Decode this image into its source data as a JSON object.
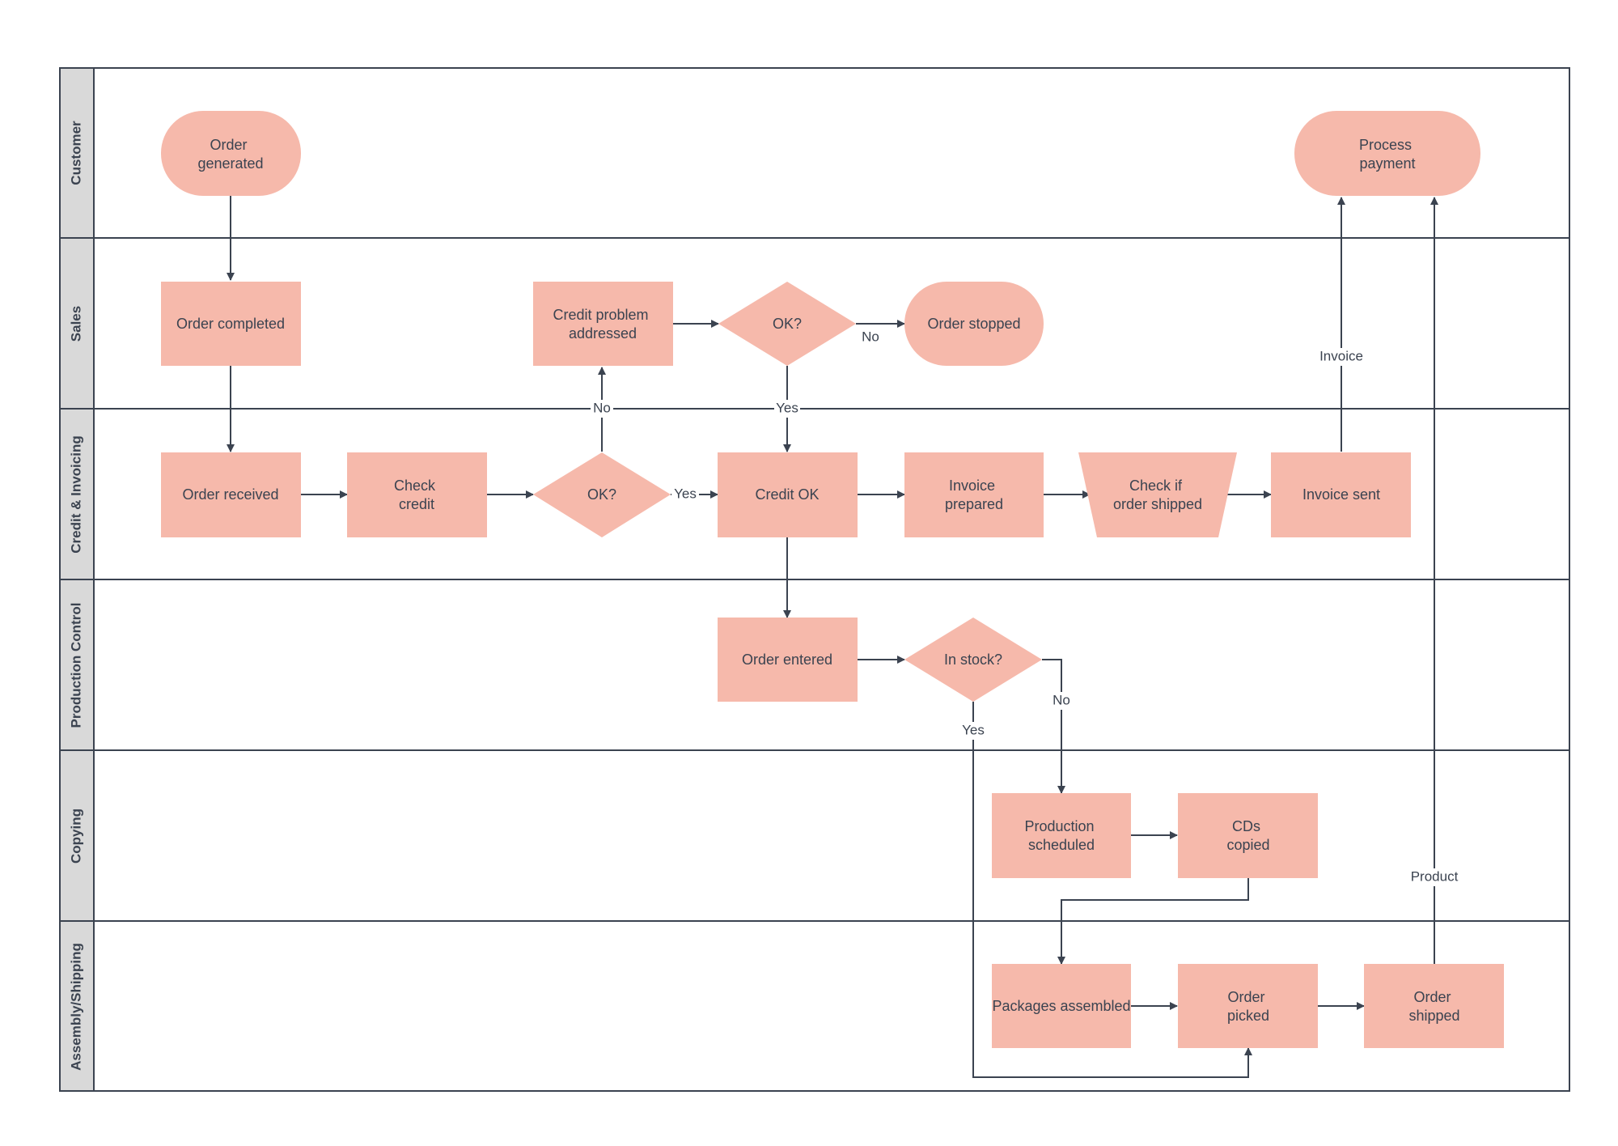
{
  "lanes": [
    "Customer",
    "Sales",
    "Credit & Invoicing",
    "Production Control",
    "Copying",
    "Assembly/Shipping"
  ],
  "nodes": {
    "order_generated": [
      "Order",
      "generated"
    ],
    "process_payment": [
      "Process",
      "payment"
    ],
    "order_completed": [
      "Order completed"
    ],
    "credit_problem_addressed": [
      "Credit problem",
      "addressed"
    ],
    "ok_sales": [
      "OK?"
    ],
    "order_stopped": [
      "Order stopped"
    ],
    "order_received": [
      "Order received"
    ],
    "check_credit": [
      "Check",
      "credit"
    ],
    "ok_credit": [
      "OK?"
    ],
    "credit_ok": [
      "Credit OK"
    ],
    "invoice_prepared": [
      "Invoice",
      "prepared"
    ],
    "check_if_shipped": [
      "Check if",
      "order shipped"
    ],
    "invoice_sent": [
      "Invoice sent"
    ],
    "order_entered": [
      "Order entered"
    ],
    "in_stock": [
      "In stock?"
    ],
    "production_scheduled": [
      "Production",
      "scheduled"
    ],
    "cds_copied": [
      "CDs",
      "copied"
    ],
    "packages_assembled": [
      "Packages assembled"
    ],
    "order_picked": [
      "Order",
      "picked"
    ],
    "order_shipped": [
      "Order",
      "shipped"
    ]
  },
  "edge_labels": {
    "ok_sales_no": "No",
    "ok_sales_yes": "Yes",
    "ok_credit_no": "No",
    "ok_credit_yes": "Yes",
    "invoice": "Invoice",
    "in_stock_no": "No",
    "in_stock_yes": "Yes",
    "product": "Product"
  },
  "colors": {
    "node_fill": "#f6b9ab",
    "line": "#3b4350",
    "lane_header": "#d9d9d9"
  }
}
